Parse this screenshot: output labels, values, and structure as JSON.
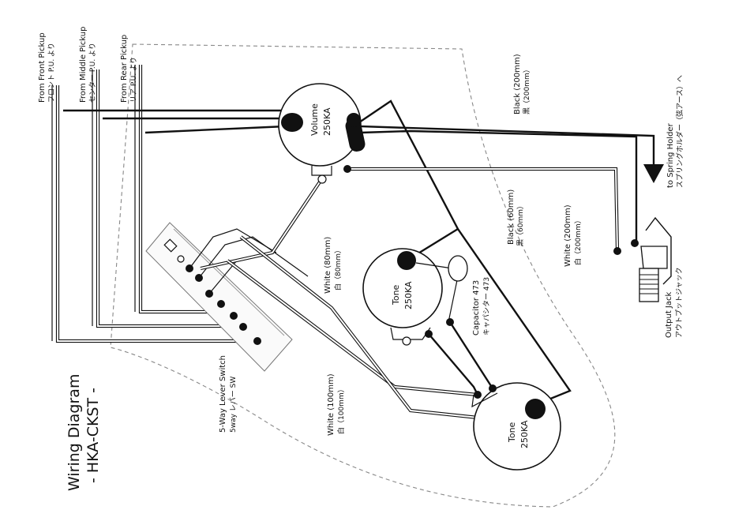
{
  "diagram": {
    "title": "Wiring Diagram",
    "subtitle": "- HKA-CKST -",
    "pickups": {
      "front_en": "From Front Pickup",
      "front_jp": "フロント P.U. より",
      "middle_en": "From Middle Pickup",
      "middle_jp": "センター P.U. より",
      "rear_en": "From Rear Pickup",
      "rear_jp": "リア P.U. より"
    },
    "volume": {
      "name": "Volume",
      "value": "250KA"
    },
    "tone1": {
      "name": "Tone",
      "value": "250KA"
    },
    "tone2": {
      "name": "Tone",
      "value": "250KA"
    },
    "capacitor": {
      "en": "Capacitor 473",
      "jp": "キャパシター 473"
    },
    "switch": {
      "en": "5-Way Lever Switch",
      "jp": "5way レバー SW"
    },
    "jack": {
      "en": "Output Jack",
      "jp": "アウトプットジャック"
    },
    "spring": {
      "en": "to Spring Holder",
      "jp": "スプリングホルダー（弦アース）へ"
    },
    "wires": {
      "black200_en": "Black (200mm)",
      "black200_jp": "黒（200mm）",
      "black60_en": "Black (60mm)",
      "black60_jp": "黒（60mm）",
      "white200_en": "White (200mm)",
      "white200_jp": "白（200mm）",
      "white80_en": "White (80mm)",
      "white80_jp": "白（80mm）",
      "white100_en": "White (100mm)",
      "white100_jp": "白（100mm）"
    },
    "colors": {
      "ink": "#111111",
      "guard_outline": "#888888",
      "background": "#ffffff"
    }
  }
}
